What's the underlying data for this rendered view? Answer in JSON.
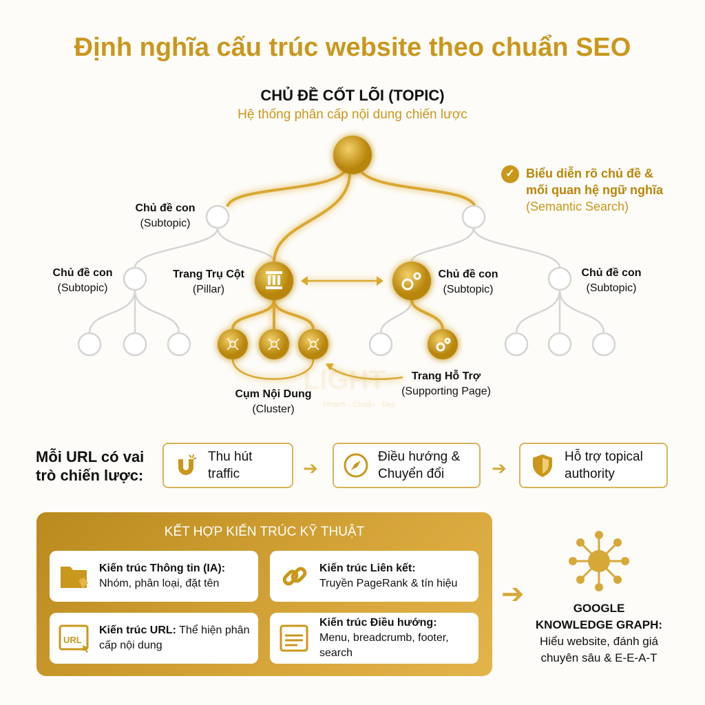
{
  "title": "Định nghĩa cấu trúc website theo chuẩn SEO",
  "topic": {
    "title": "CHỦ ĐỀ CỐT LÕI (TOPIC)",
    "subtitle": "Hệ thống phân cấp nội dung chiến lược"
  },
  "nodes": {
    "subtopic_top": {
      "name": "Chủ đề con",
      "sub": "(Subtopic)"
    },
    "subtopic_left": {
      "name": "Chủ đề con",
      "sub": "(Subtopic)"
    },
    "pillar": {
      "name": "Trang Trụ Cột",
      "sub": "(Pillar)"
    },
    "subtopic_mid": {
      "name": "Chủ đề con",
      "sub": "(Subtopic)"
    },
    "subtopic_right": {
      "name": "Chủ đề con",
      "sub": "(Subtopic)"
    },
    "cluster": {
      "name": "Cụm Nội Dung",
      "sub": "(Cluster)"
    },
    "supporting": {
      "name": "Trang Hỗ Trợ",
      "sub": "(Supporting Page)"
    }
  },
  "callout": {
    "line1": "Biểu diễn rõ chủ đề &",
    "line2": "mối quan hệ ngữ nghĩa",
    "line3": "(Semantic Search)"
  },
  "watermark": {
    "logo": "LIGHT",
    "tagline": "Nhanh - Chuẩn - Đẹp"
  },
  "roles": {
    "heading_line1": "Mỗi URL có vai",
    "heading_line2": "trò chiến lược:",
    "items": [
      {
        "icon": "magnet-icon",
        "line1": "Thu hút",
        "line2": "traffic"
      },
      {
        "icon": "compass-icon",
        "line1": "Điều hướng &",
        "line2": "Chuyển đổi"
      },
      {
        "icon": "shield-icon",
        "line1": "Hỗ trợ topical",
        "line2": "authority"
      }
    ]
  },
  "architecture": {
    "heading": "KẾT HỢP KIẾN TRÚC KỸ THUẬT",
    "cards": [
      {
        "icon": "folder-tag-icon",
        "title": "Kiến trúc Thông tin (IA):",
        "desc": "Nhóm, phân loại, đặt tên"
      },
      {
        "icon": "link-icon",
        "title": "Kiến trúc Liên kết:",
        "desc": "Truyền PageRank & tín hiệu"
      },
      {
        "icon": "url-window-icon",
        "title": "Kiến trúc URL:",
        "desc": " Thể hiện phân cấp nội dung"
      },
      {
        "icon": "navigation-window-icon",
        "title": "Kiến trúc Điều hướng:",
        "desc": "Menu, breadcrumb, footer, search"
      }
    ]
  },
  "knowledge_graph": {
    "title_line1": "GOOGLE",
    "title_line2": "KNOWLEDGE GRAPH:",
    "desc_line1": "Hiểu website, đánh giá",
    "desc_line2": "chuyên sâu & E-E-A-T"
  },
  "colors": {
    "gold": "#c9971c",
    "gray_node": "#d6d6d6",
    "text": "#111111"
  }
}
